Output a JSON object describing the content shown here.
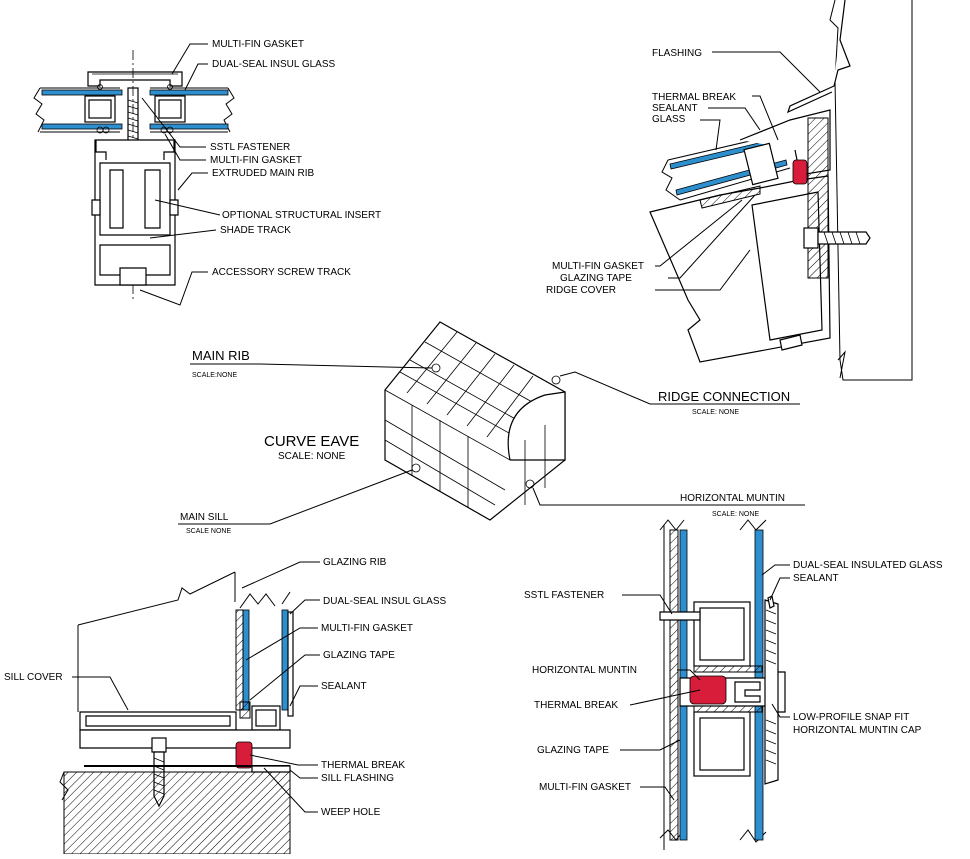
{
  "colors": {
    "glass": "#2e8fce",
    "thermal_break": "#d81d3a",
    "linework": "#000000",
    "background": "#ffffff"
  },
  "detail_main_rib": {
    "labels": {
      "multi_fin_gasket_top": "MULTI-FIN GASKET",
      "dual_seal_insul_glass": "DUAL-SEAL INSUL GLASS",
      "sstl_fastener": "SSTL FASTENER",
      "multi_fin_gasket_bottom": "MULTI-FIN GASKET",
      "extruded_main_rib": "EXTRUDED MAIN RIB",
      "optional_structural_insert": "OPTIONAL STRUCTURAL INSERT",
      "shade_track": "SHADE TRACK",
      "accessory_screw_track": "ACCESSORY SCREW TRACK"
    }
  },
  "detail_ridge": {
    "labels": {
      "flashing": "FLASHING",
      "thermal_break": "THERMAL BREAK",
      "sealant": "SEALANT",
      "glass": "GLASS",
      "multi_fin_gasket": "MULTI-FIN GASKET",
      "glazing_tape": "GLAZING TAPE",
      "ridge_cover": "RIDGE COVER"
    }
  },
  "isometric": {
    "main_rib_title": "MAIN RIB",
    "main_rib_scale": "SCALE:NONE",
    "ridge_connection_title": "RIDGE CONNECTION",
    "ridge_connection_scale": "SCALE: NONE",
    "curve_eave_title": "CURVE EAVE",
    "curve_eave_scale": "SCALE: NONE",
    "main_sill_title": "MAIN SILL",
    "main_sill_scale": "SCALE NONE",
    "horizontal_muntin_title": "HORIZONTAL MUNTIN",
    "horizontal_muntin_scale": "SCALE: NONE"
  },
  "detail_sill": {
    "labels": {
      "glazing_rib": "GLAZING RIB",
      "dual_seal_insul_glass": "DUAL-SEAL INSUL GLASS",
      "multi_fin_gasket": "MULTI-FIN GASKET",
      "glazing_tape": "GLAZING TAPE",
      "sill_cover": "SILL COVER",
      "sealant": "SEALANT",
      "thermal_break": "THERMAL BREAK",
      "sill_flashing": "SILL FLASHING",
      "weep_hole": "WEEP HOLE"
    }
  },
  "detail_muntin": {
    "labels": {
      "dual_seal_insulated_glass": "DUAL-SEAL INSULATED GLASS",
      "sealant": "SEALANT",
      "sstl_fastener": "SSTL  FASTENER",
      "horizontal_muntin": "HORIZONTAL MUNTIN",
      "thermal_break": "THERMAL BREAK",
      "low_profile_cap_line1": "LOW-PROFILE SNAP FIT",
      "low_profile_cap_line2": "HORIZONTAL MUNTIN CAP",
      "glazing_tape": "GLAZING TAPE",
      "multi_fin_gasket": "MULTI-FIN GASKET"
    }
  }
}
